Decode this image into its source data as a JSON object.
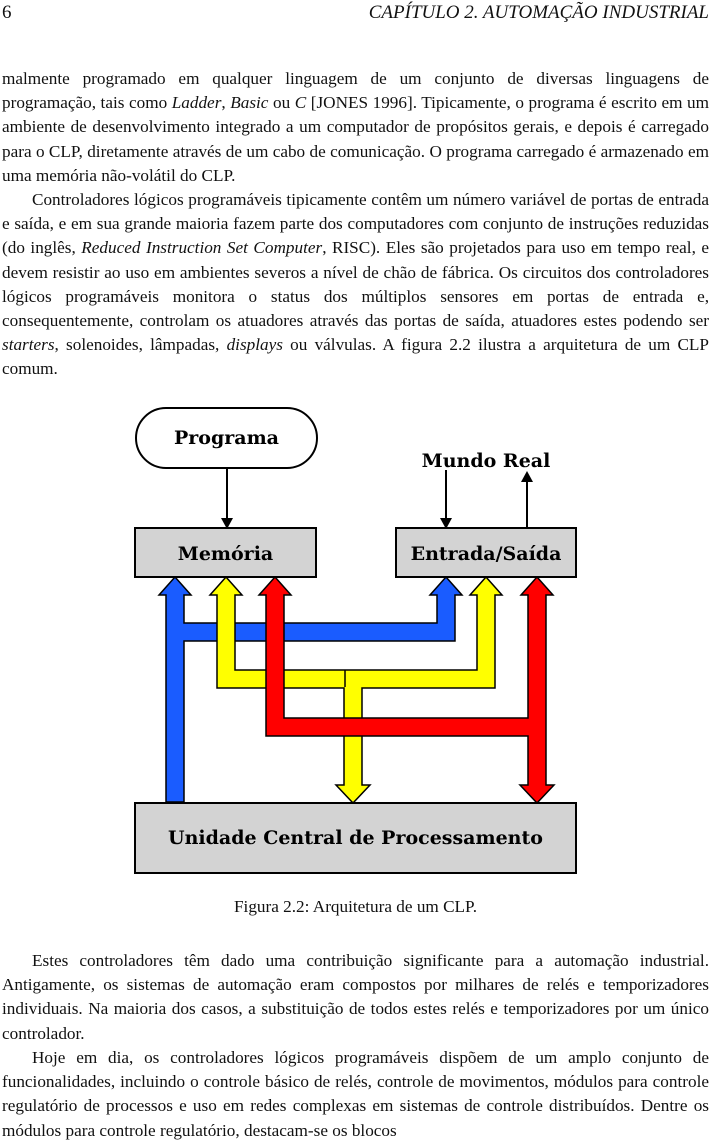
{
  "header": {
    "page_number": "6",
    "chapter": "CAPÍTULO 2.  AUTOMAÇÃO INDUSTRIAL"
  },
  "paragraphs": {
    "p1": {
      "t1": "malmente programado em qualquer linguagem de um conjunto de diversas linguagens de programação, tais como ",
      "i1": "Ladder",
      "t2": ", ",
      "i2": "Basic",
      "t3": " ou ",
      "i3": "C",
      "t4": " [JONES 1996]. Tipicamente, o programa é escrito em um ambiente de desenvolvimento integrado a um computador de propósitos gerais, e depois é carregado para o CLP, diretamente através de um cabo de comunicação. O programa carregado é armazenado em uma memória não-volátil do CLP."
    },
    "p2": {
      "t1": "Controladores lógicos programáveis tipicamente contêm um número variável de portas de entrada e saída, e em sua grande maioria fazem parte dos computadores com conjunto de instruções reduzidas (do inglês, ",
      "i1": "Reduced Instruction Set Computer",
      "t2": ", RISC). Eles são projetados para uso em tempo real, e devem resistir ao uso em ambientes severos a nível de chão de fábrica. Os circuitos dos controladores lógicos programáveis monitora o status dos múltiplos sensores em portas de entrada e, consequentemente, controlam os atuadores através das portas de saída, atuadores estes podendo ser ",
      "i2": "starters",
      "t3": ", solenoides, lâmpadas, ",
      "i3": "displays",
      "t4": " ou válvulas. A figura 2.2 ilustra a arquitetura de um CLP comum."
    },
    "p3": "Estes controladores têm dado uma contribuição significante para a automação industrial. Antigamente, os sistemas de automação eram compostos por milhares de relés e temporizadores individuais. Na maioria dos casos, a substituição de todos estes relés e temporizadores por um único controlador.",
    "p4": "Hoje em dia, os controladores lógicos programáveis dispõem de um amplo conjunto de funcionalidades, incluindo o controle básico de relés, controle de movimentos, módulos para controle regulatório de processos e uso em redes complexas em sistemas de controle distribuídos. Dentre os módulos para controle regulatório, destacam-se os blocos"
  },
  "figure": {
    "programa": "Programa",
    "mundo_real": "Mundo Real",
    "memoria": "Memória",
    "entrada_saida": "Entrada/Saída",
    "cpu": "Unidade Central de Processamento",
    "caption": "Figura 2.2: Arquitetura de um CLP.",
    "colors": {
      "box": "#d3d3d3",
      "blue": "#1a5cff",
      "yellow": "#ffff00",
      "red": "#ff0000"
    }
  }
}
